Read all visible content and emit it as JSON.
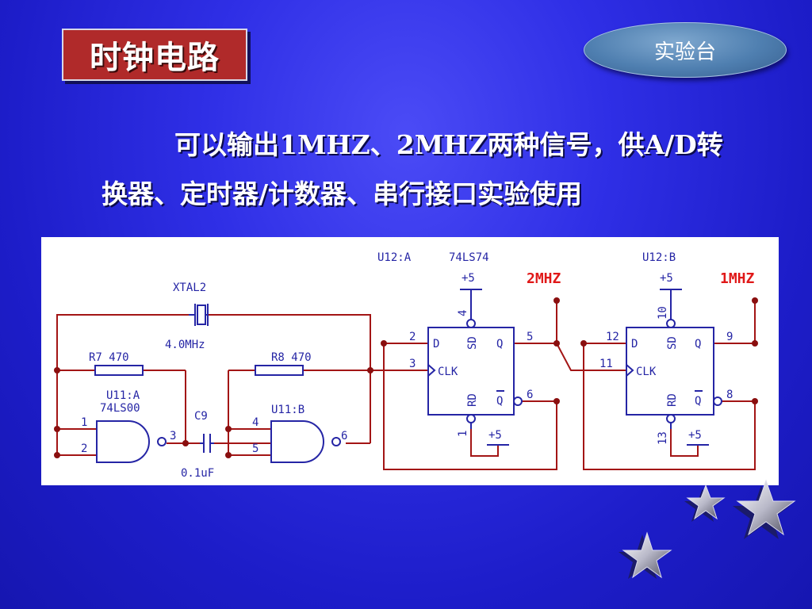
{
  "slide": {
    "title": "时钟电路",
    "lab_button": "实验台",
    "body_line1": "可以输出1MHZ、2MHZ两种信号，供A/D转",
    "body_line2": "换器、定时器/计数器、串行接口实验使用"
  },
  "circuit": {
    "xtal_name": "XTAL2",
    "xtal_value": "4.0MHz",
    "r7_label": "R7  470",
    "r8_label": "R8 470",
    "u11a_name": "U11:A",
    "u11a_type": "74LS00",
    "u11b_name": "U11:B",
    "c9_name": "C9",
    "c9_value": "0.1uF",
    "u12a_name": "U12:A",
    "u12a_type": "74LS74",
    "u12b_name": "U12:B",
    "vcc": "+5",
    "out_2mhz": "2MHZ",
    "out_1mhz": "1MHZ",
    "pin_d": "D",
    "pin_clk": "CLK",
    "pin_q": "Q",
    "pin_qbar": "Q",
    "pin_sd": "SD",
    "pin_rd": "RD",
    "pins": {
      "n1": "1",
      "n2": "2",
      "n3": "3",
      "n4": "4",
      "n5": "5",
      "n6": "6",
      "a2": "2",
      "a3": "3",
      "a4": "4",
      "a5": "5",
      "a6": "6",
      "a1": "1",
      "b12": "12",
      "b11": "11",
      "b10": "10",
      "b9": "9",
      "b8": "8",
      "b13": "13"
    },
    "colors": {
      "wire": "#a31515",
      "component": "#2525a5",
      "output_label": "#e01818",
      "node": "#8a0f0f"
    }
  }
}
